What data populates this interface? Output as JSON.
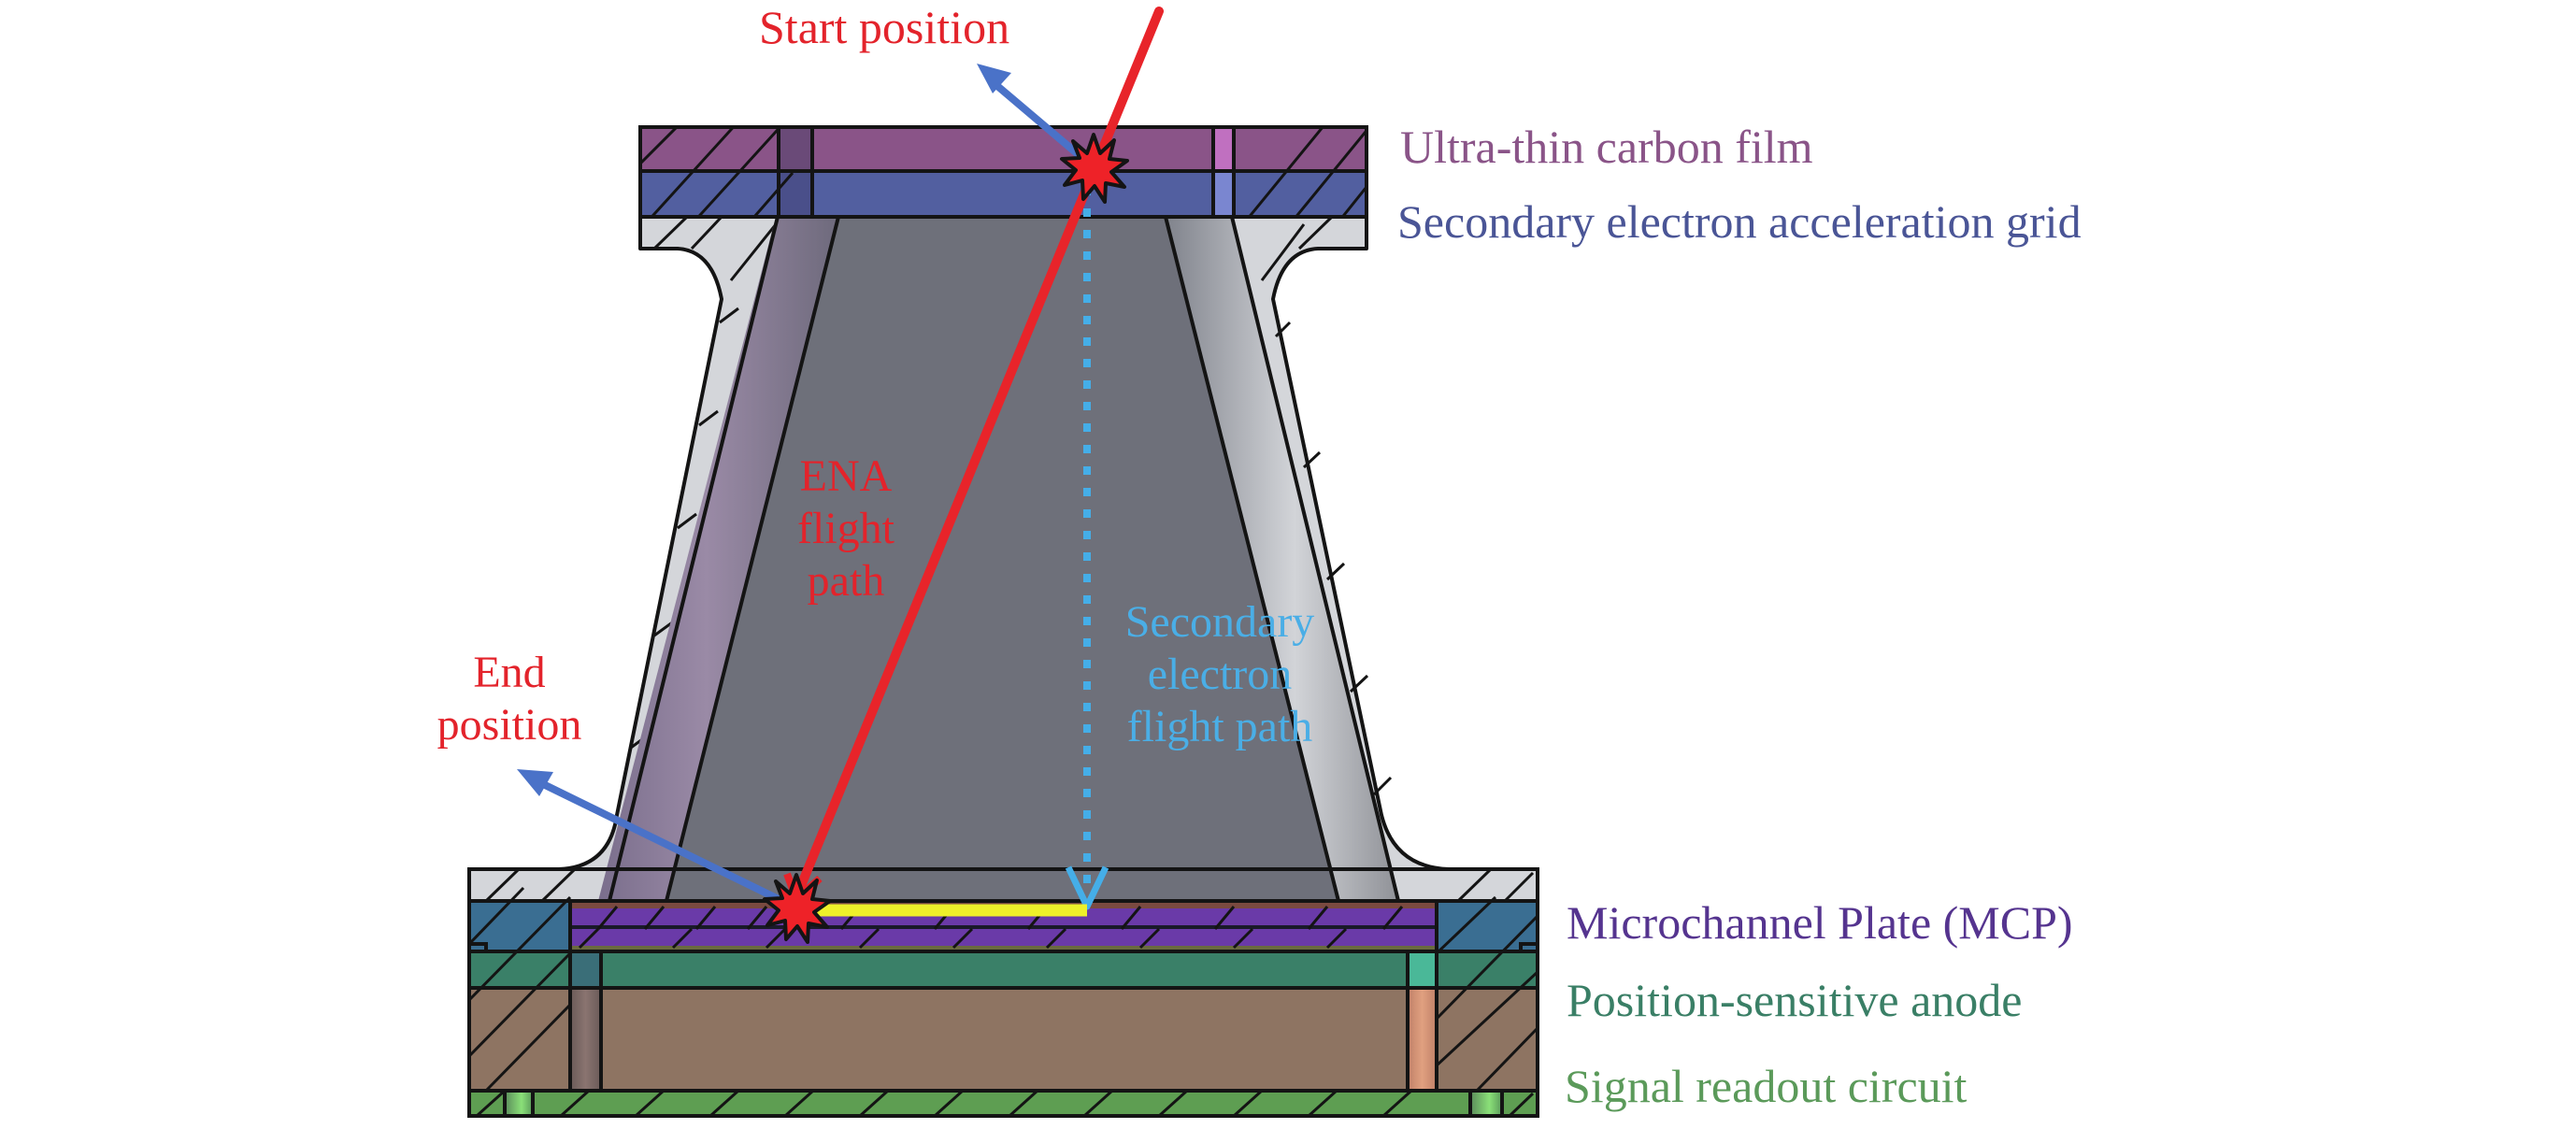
{
  "figure": {
    "type": "cross-section schematic",
    "subject": "ENA detector (time-of-flight / position-sensing)"
  },
  "labels": {
    "start_position": "Start position",
    "end_position_line1": "End",
    "end_position_line2": "position",
    "ena_path_line1": "ENA",
    "ena_path_line2": "flight",
    "ena_path_line3": "path",
    "se_path_line1": "Secondary",
    "se_path_line2": "electron",
    "se_path_line3": "flight path"
  },
  "components": [
    {
      "id": "carbon-film",
      "label": "Ultra-thin carbon film",
      "color": "#8a5488",
      "text_color": "#8a5488"
    },
    {
      "id": "acceleration-grid",
      "label": "Secondary electron acceleration grid",
      "color": "#525fa0",
      "text_color": "#4a5596"
    },
    {
      "id": "mcp",
      "label": "Microchannel Plate (MCP)",
      "color": "#6a3aa8",
      "text_color": "#55348f"
    },
    {
      "id": "anode",
      "label": "Position-sensitive anode",
      "color": "#3a8068",
      "text_color": "#3a7f66"
    },
    {
      "id": "readout",
      "label": "Signal readout circuit",
      "color": "#5e9e52",
      "text_color": "#5b9a5a"
    }
  ],
  "paths": {
    "ena_color": "#e8242a",
    "secondary_electron_color": "#45aee8",
    "emission_arrow_color": "#4a72c8",
    "signal_bar_color": "#eef02a",
    "impact_color": "#ee2228"
  }
}
